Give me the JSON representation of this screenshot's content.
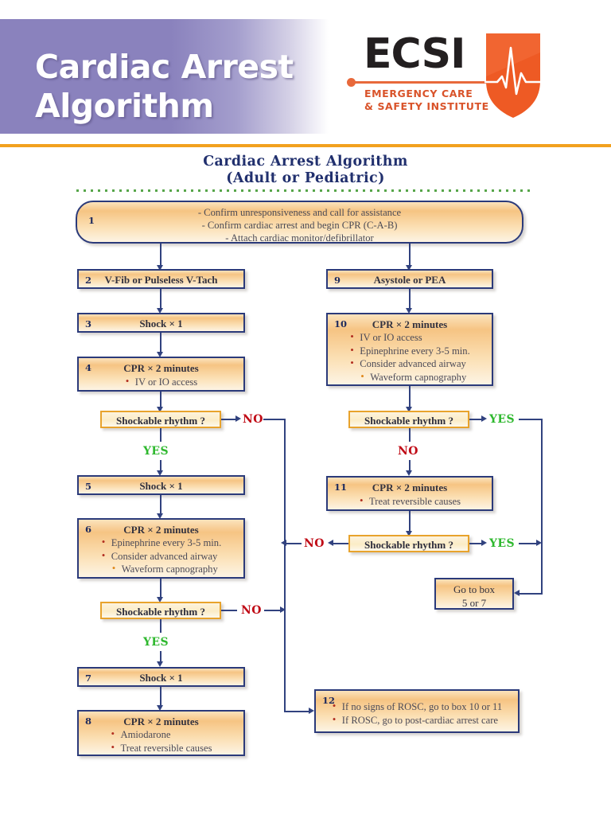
{
  "header": {
    "banner_line1": "Cardiac Arrest",
    "banner_line2": "Algorithm",
    "logo": {
      "wordmark": "ECSI",
      "tagline_line1": "EMERGENCY CARE",
      "tagline_line2": "& SAFETY INSTITUTE",
      "shield_color": "#ee5a24",
      "accent_color": "#e8693b"
    },
    "banner_color": "#8a82bd",
    "divider_color": "#f2a11e"
  },
  "chart_data": {
    "type": "diagram",
    "title_line1": "Cardiac Arrest Algorithm",
    "title_line2": "(Adult or Pediatric)",
    "title_color": "#21306e",
    "box_border_color": "#2b3a7a",
    "decision_border_color": "#e8a32c",
    "connector_color": "#31427f",
    "no_color": "#c00b16",
    "yes_color": "#2eb82e",
    "nodes": [
      {
        "id": "1",
        "number": "1",
        "shape": "rounded",
        "lines": [
          "- Confirm unresponsiveness and call for assistance",
          "- Confirm cardiac arrest and begin CPR (C-A-B)",
          "- Attach cardiac monitor/defibrillator"
        ]
      },
      {
        "id": "2",
        "number": "2",
        "shape": "rect",
        "head": "V-Fib or Pulseless V-Tach",
        "bullets": []
      },
      {
        "id": "3",
        "number": "3",
        "shape": "rect",
        "head": "Shock × 1",
        "bullets": []
      },
      {
        "id": "4",
        "number": "4",
        "shape": "rect",
        "head": "CPR × 2 minutes",
        "bullets": [
          {
            "text": "IV or IO access",
            "sub": false
          }
        ]
      },
      {
        "id": "5",
        "number": "5",
        "shape": "rect",
        "head": "Shock × 1",
        "bullets": []
      },
      {
        "id": "6",
        "number": "6",
        "shape": "rect",
        "head": "CPR × 2 minutes",
        "bullets": [
          {
            "text": "Epinephrine every 3-5 min.",
            "sub": false
          },
          {
            "text": "Consider advanced airway",
            "sub": false
          },
          {
            "text": "Waveform capnography",
            "sub": true
          }
        ]
      },
      {
        "id": "7",
        "number": "7",
        "shape": "rect",
        "head": "Shock × 1",
        "bullets": []
      },
      {
        "id": "8",
        "number": "8",
        "shape": "rect",
        "head": "CPR × 2 minutes",
        "bullets": [
          {
            "text": "Amiodarone",
            "sub": false
          },
          {
            "text": "Treat reversible causes",
            "sub": false
          }
        ]
      },
      {
        "id": "9",
        "number": "9",
        "shape": "rect",
        "head": "Asystole or PEA",
        "bullets": []
      },
      {
        "id": "10",
        "number": "10",
        "shape": "rect",
        "head": "CPR × 2 minutes",
        "bullets": [
          {
            "text": "IV or IO access",
            "sub": false
          },
          {
            "text": "Epinephrine every 3-5 min.",
            "sub": false
          },
          {
            "text": "Consider advanced airway",
            "sub": false
          },
          {
            "text": "Waveform capnography",
            "sub": true
          }
        ]
      },
      {
        "id": "11",
        "number": "11",
        "shape": "rect",
        "head": "CPR × 2 minutes",
        "bullets": [
          {
            "text": "Treat reversible causes",
            "sub": false
          }
        ]
      },
      {
        "id": "12",
        "number": "12",
        "shape": "rect",
        "head": "",
        "bullets": [
          {
            "text": "If no signs of ROSC, go to box 10 or 11",
            "sub": false
          },
          {
            "text": "If ROSC, go to post-cardiac arrest care",
            "sub": false
          }
        ]
      },
      {
        "id": "goto",
        "number": "",
        "shape": "rect",
        "line1": "Go to box",
        "line2": "5 or 7"
      }
    ],
    "decisions": [
      {
        "id": "d4",
        "label": "Shockable rhythm ?"
      },
      {
        "id": "d6",
        "label": "Shockable rhythm ?"
      },
      {
        "id": "d10",
        "label": "Shockable rhythm ?"
      },
      {
        "id": "d11",
        "label": "Shockable rhythm ?"
      }
    ],
    "edge_labels": {
      "d4_no": "NO",
      "d4_yes": "YES",
      "d6_no": "NO",
      "d6_yes": "YES",
      "d10_yes": "YES",
      "d10_no": "NO",
      "d11_yes": "YES",
      "d11_no": "NO"
    }
  }
}
